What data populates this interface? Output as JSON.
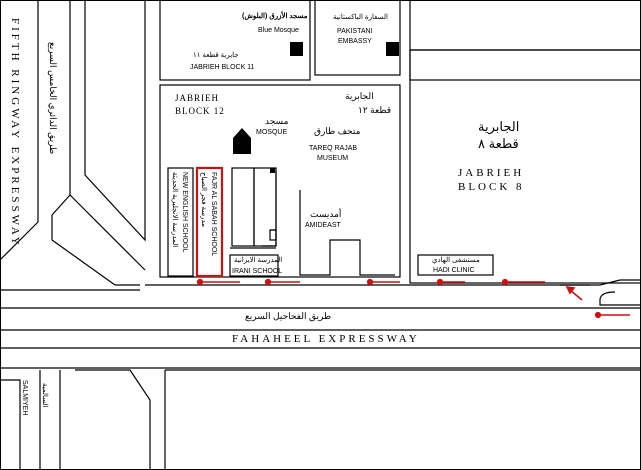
{
  "roads": {
    "fifth_ringway_en": "FIFTH RINGWAY EXPRESSWAY",
    "fifth_ringway_ar": "طريق الدائري الخامس السريع",
    "fahaheel_en": "FAHAHEEL EXPRESSWAY",
    "fahaheel_ar": "طريق الفحاحيل السريع",
    "salmiyeh_en": "SALMIYEH",
    "salmiyeh_ar": "السالمية"
  },
  "blocks": {
    "block11_en": "JABRIEH BLOCK 11",
    "block11_ar": "جابرية قطعة ١١",
    "block12_en_line1": "JABRIEH",
    "block12_en_line2": "BLOCK 12",
    "block12_ar_line1": "الجابرية",
    "block12_ar_line2": "قطعة ١٢",
    "block8_en_line1": "JABRIEH",
    "block8_en_line2": "BLOCK 8",
    "block8_ar_line1": "الجابرية",
    "block8_ar_line2": "قطعة ٨"
  },
  "landmarks": {
    "blue_mosque_ar": "مسجد الأزرق (البلوش)",
    "blue_mosque_en": "Blue Mosque",
    "pakistani_embassy_ar": "السفارة الباكستانية",
    "pakistani_embassy_en_line1": "PAKISTANI",
    "pakistani_embassy_en_line2": "EMBASSY",
    "mosque_ar": "مسجد",
    "mosque_en": "MOSQUE",
    "museum_ar": "متحف طارق",
    "museum_en_line1": "TAREQ RAJAB",
    "museum_en_line2": "MUSEUM",
    "amideast_ar": "أمديست",
    "amideast_en": "AMIDEAST",
    "new_english_school_ar": "المدرسة الانجليزية الحديثة",
    "new_english_school_en": "NEW ENGLISH SCHOOL",
    "fajr_school_ar": "مدرسة فجر الصباح",
    "fajr_school_en": "FAJR AL SABAH SCHOOL",
    "irani_school_ar": "المدرسة الايرانية",
    "irani_school_en": "IRANI SCHOOL",
    "hadi_clinic_ar": "مستشفى الهادي",
    "hadi_clinic_en": "HADI CLINIC"
  },
  "colors": {
    "route": "#cc1111",
    "highlight": "#cc1111",
    "lines": "#000000",
    "background": "#ffffff"
  }
}
